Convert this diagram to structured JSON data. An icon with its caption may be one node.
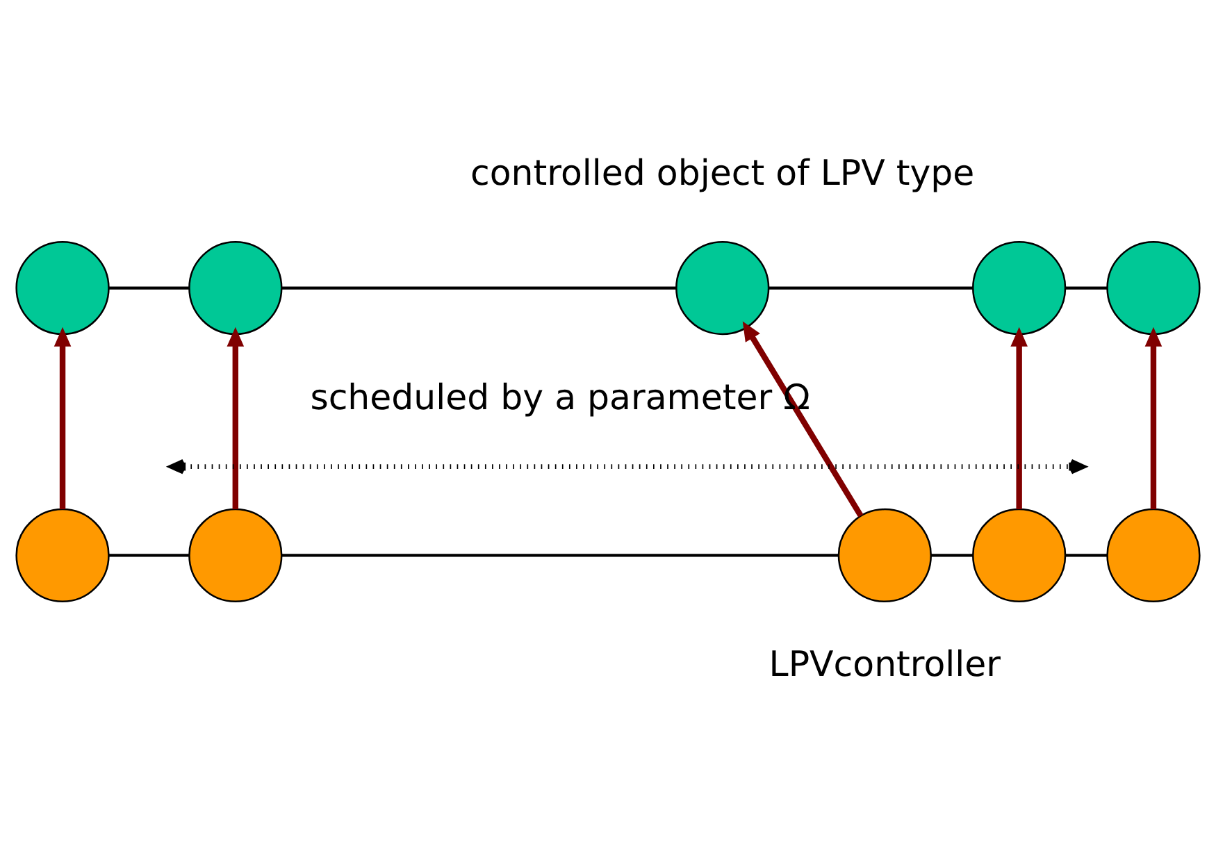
{
  "diagram": {
    "nodes": [
      {
        "text": [],
        "shape": "circle"
      },
      {
        "text": [],
        "shape": "circle"
      },
      {
        "text": [],
        "shape": "circle"
      },
      {
        "text": [],
        "shape": "circle"
      },
      {
        "text": [],
        "shape": "circle"
      },
      {
        "text": [],
        "shape": "circle"
      },
      {
        "text": [],
        "shape": "circle"
      },
      {
        "text": [],
        "shape": "circle"
      },
      {
        "text": [],
        "shape": "circle"
      },
      {
        "text": [],
        "shape": "circle"
      }
    ],
    "edges": [
      {
        "from": 0,
        "to": 1,
        "arrow": "none"
      },
      {
        "from": 1,
        "to": 2,
        "arrow": "none"
      },
      {
        "from": 2,
        "to": 3,
        "arrow": "none"
      },
      {
        "from": 3,
        "to": 4,
        "arrow": "none"
      },
      {
        "from": 5,
        "to": 0,
        "arrow": "to",
        "style": "thick",
        "color": "#800000"
      },
      {
        "from": 6,
        "to": 1,
        "arrow": "to",
        "style": "thick",
        "color": "#800000"
      },
      {
        "from": 7,
        "to": 2,
        "arrow": "to",
        "style": "thick",
        "color": "#800000"
      },
      {
        "from": 8,
        "to": 3,
        "arrow": "to",
        "style": "thick",
        "color": "#800000"
      },
      {
        "from": 9,
        "to": 4,
        "arrow": "to",
        "style": "thick",
        "color": "#800000"
      },
      {
        "from": 5,
        "to": 6,
        "arrow": "none"
      },
      {
        "from": 6,
        "to": 7,
        "arrow": "none"
      },
      {
        "from": 7,
        "to": 8,
        "arrow": "none"
      },
      {
        "from": 8,
        "to": 9,
        "arrow": "none"
      }
    ],
    "labels": [
      "controlled object of LPV type",
      "scheduled by a parameter Ω",
      "LPVcontroller"
    ]
  }
}
